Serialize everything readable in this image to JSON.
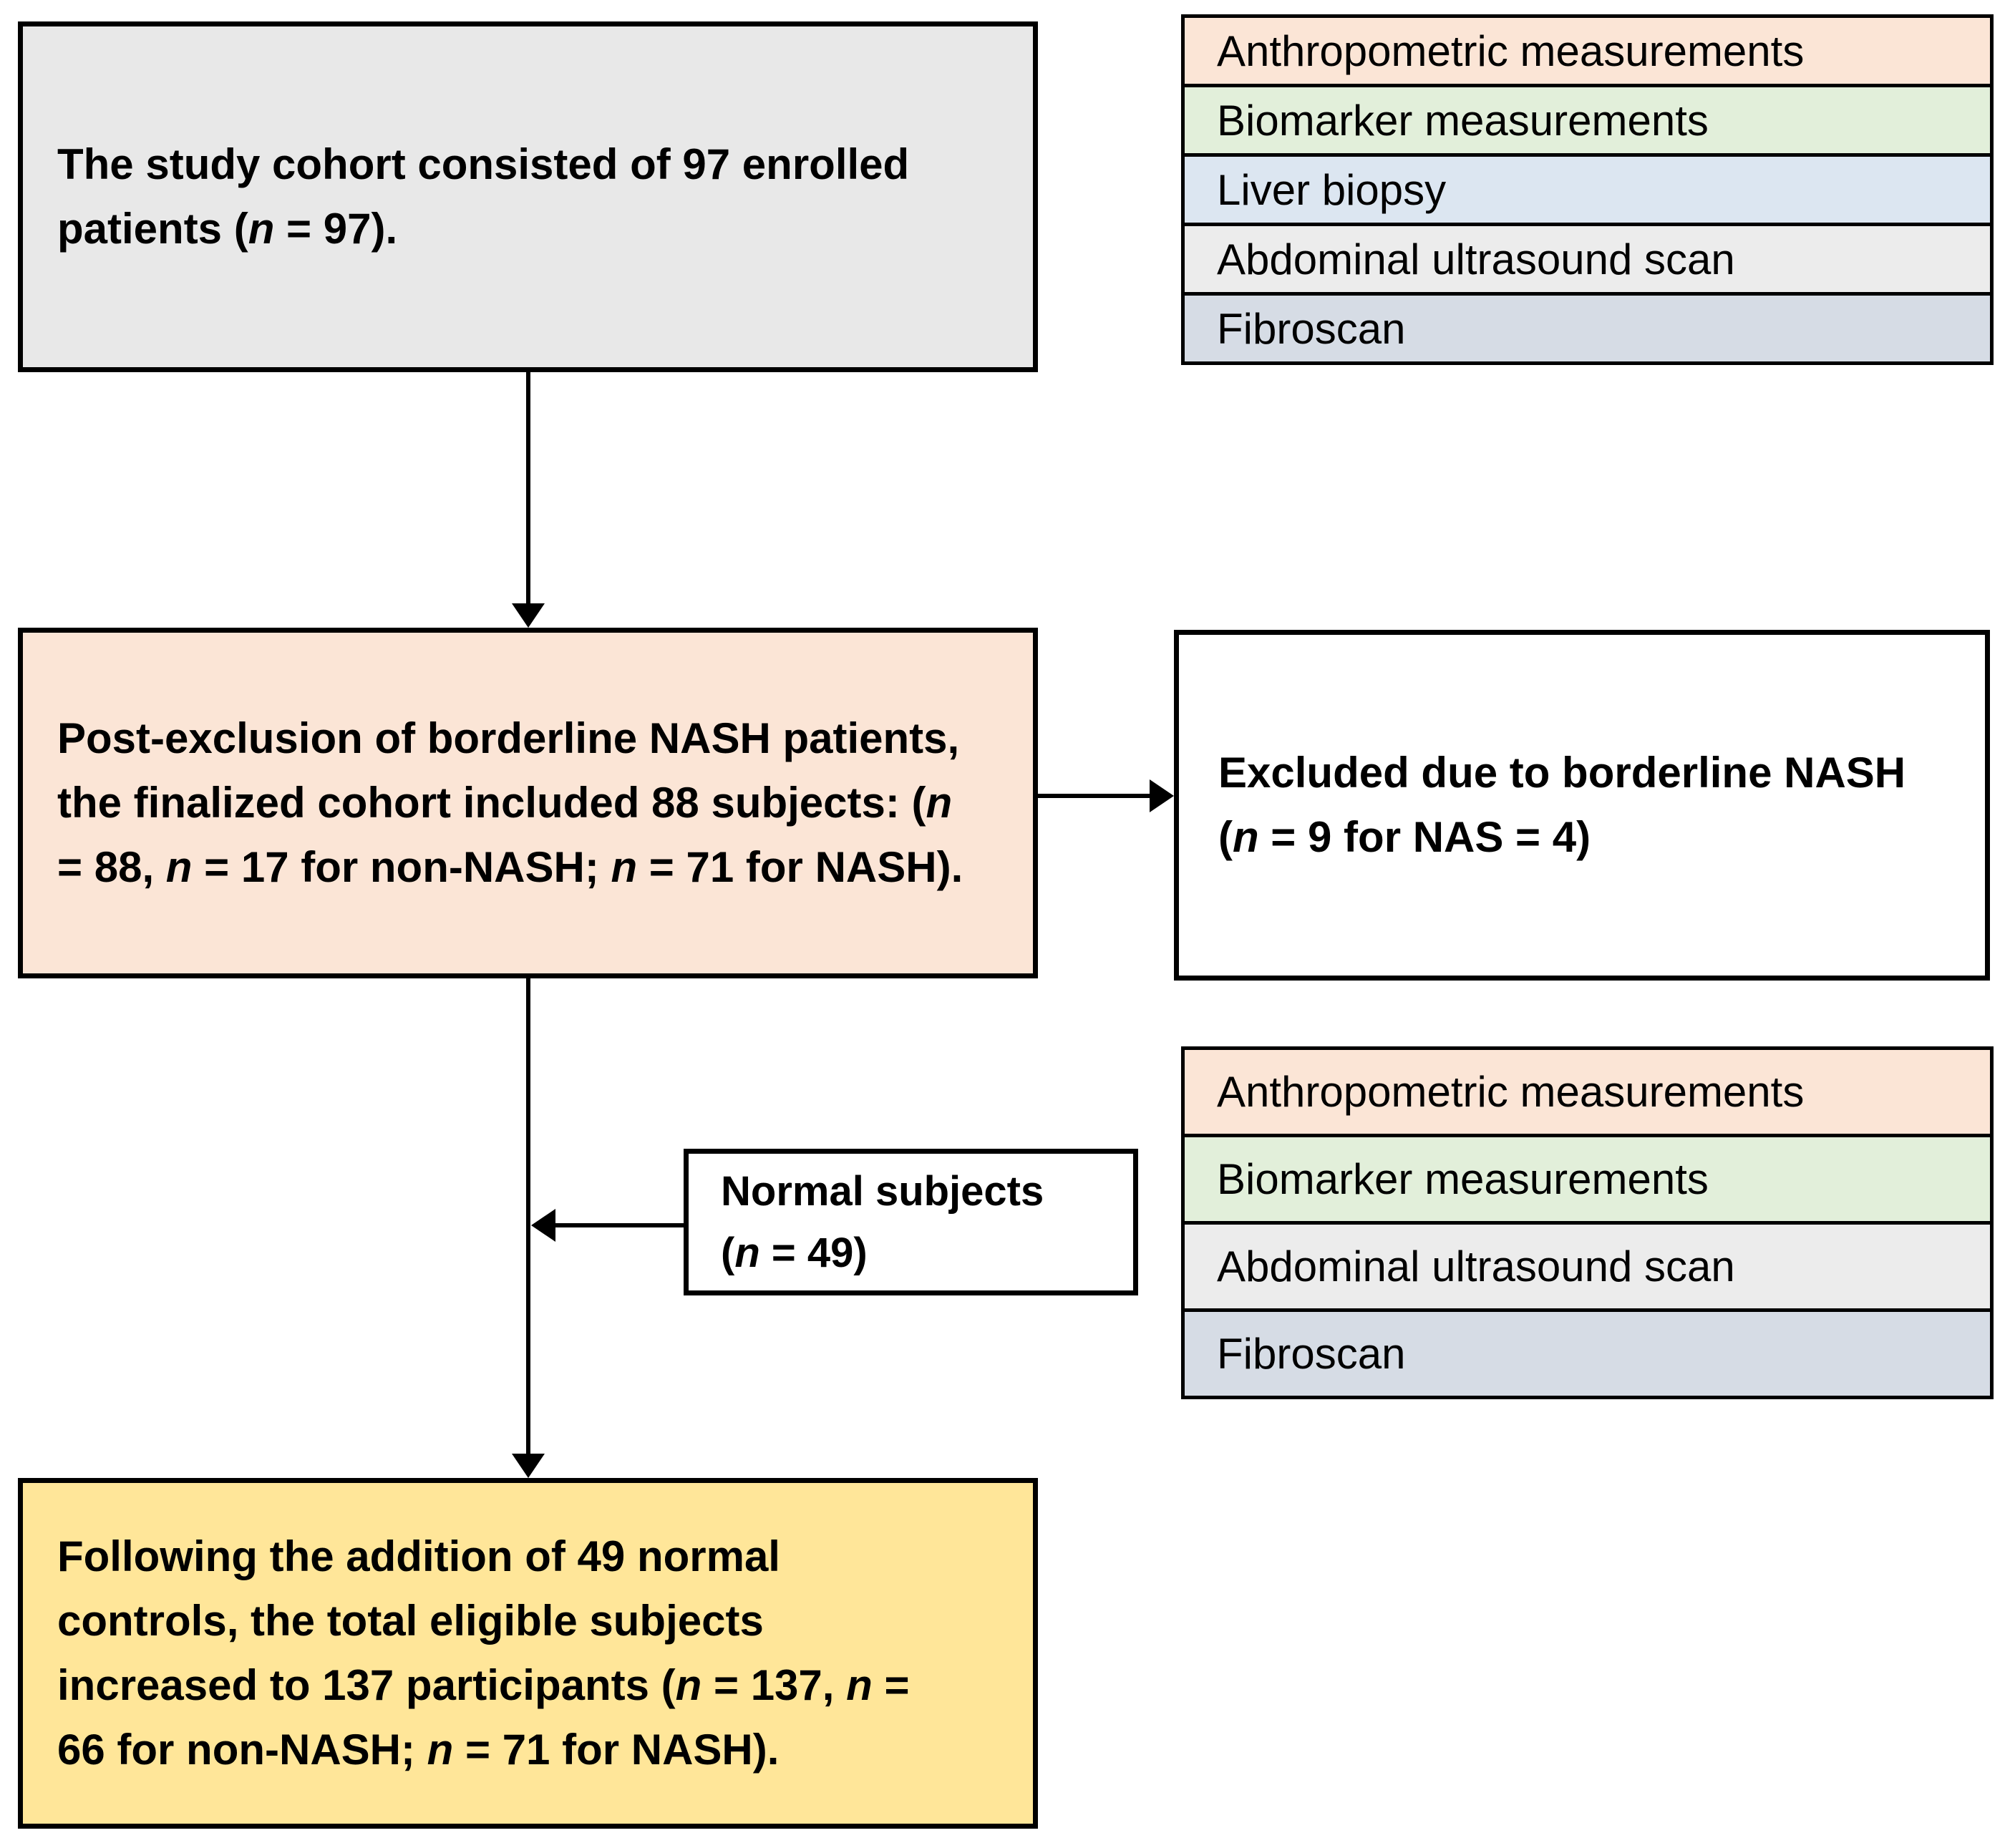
{
  "colors": {
    "cohort_box": "#e8e8e8",
    "post_exclusion_box": "#fbe5d6",
    "excluded_box": "#ffffff",
    "normal_box": "#ffffff",
    "final_box": "#ffe699",
    "border": "#000000",
    "arrow": "#000000",
    "row_peach": "#fbe5d6",
    "row_green": "#e2efda",
    "row_blue": "#dce6f1",
    "row_gray": "#ececec",
    "row_bluegray": "#d6dce5"
  },
  "boxes": {
    "cohort": {
      "segments": [
        {
          "text": "The study cohort consisted of 97 enrolled"
        },
        {
          "break": true
        },
        {
          "text": "patients ("
        },
        {
          "text": "n",
          "italic": true
        },
        {
          "text": " = 97)."
        }
      ]
    },
    "post_exclusion": {
      "segments": [
        {
          "text": "Post-exclusion of borderline NASH patients,"
        },
        {
          "break": true
        },
        {
          "text": "the finalized cohort included 88 subjects: ("
        },
        {
          "text": "n",
          "italic": true
        },
        {
          "break": true
        },
        {
          "text": "= 88, "
        },
        {
          "text": "n",
          "italic": true
        },
        {
          "text": " = 17 for non-NASH; "
        },
        {
          "text": "n",
          "italic": true
        },
        {
          "text": " = 71 for NASH)."
        }
      ]
    },
    "excluded": {
      "segments": [
        {
          "text": "Excluded due to borderline NASH"
        },
        {
          "break": true
        },
        {
          "text": "("
        },
        {
          "text": "n",
          "italic": true
        },
        {
          "text": " = 9 for NAS = 4)"
        }
      ]
    },
    "normal": {
      "segments": [
        {
          "text": "Normal subjects"
        },
        {
          "break": true
        },
        {
          "text": "("
        },
        {
          "text": "n",
          "italic": true
        },
        {
          "text": " = 49)"
        }
      ]
    },
    "final": {
      "segments": [
        {
          "text": "Following the addition of 49 normal"
        },
        {
          "break": true
        },
        {
          "text": "controls, the total eligible subjects"
        },
        {
          "break": true
        },
        {
          "text": "increased to 137 participants ("
        },
        {
          "text": "n",
          "italic": true
        },
        {
          "text": " = 137, "
        },
        {
          "text": "n",
          "italic": true
        },
        {
          "text": " ="
        },
        {
          "break": true
        },
        {
          "text": "66 for non-NASH; "
        },
        {
          "text": "n",
          "italic": true
        },
        {
          "text": " = 71 for NASH)."
        }
      ]
    }
  },
  "lists": {
    "baseline": {
      "items": [
        {
          "label": "Anthropometric measurements",
          "bg": "#fbe5d6"
        },
        {
          "label": "Biomarker measurements",
          "bg": "#e2efda"
        },
        {
          "label": "Liver biopsy",
          "bg": "#dce6f1"
        },
        {
          "label": "Abdominal ultrasound scan",
          "bg": "#ececec"
        },
        {
          "label": "Fibroscan",
          "bg": "#d6dce5"
        }
      ]
    },
    "followup": {
      "items": [
        {
          "label": "Anthropometric measurements",
          "bg": "#fbe5d6"
        },
        {
          "label": "Biomarker measurements",
          "bg": "#e2efda"
        },
        {
          "label": "Abdominal ultrasound scan",
          "bg": "#ececec"
        },
        {
          "label": "Fibroscan",
          "bg": "#d6dce5"
        }
      ]
    }
  }
}
